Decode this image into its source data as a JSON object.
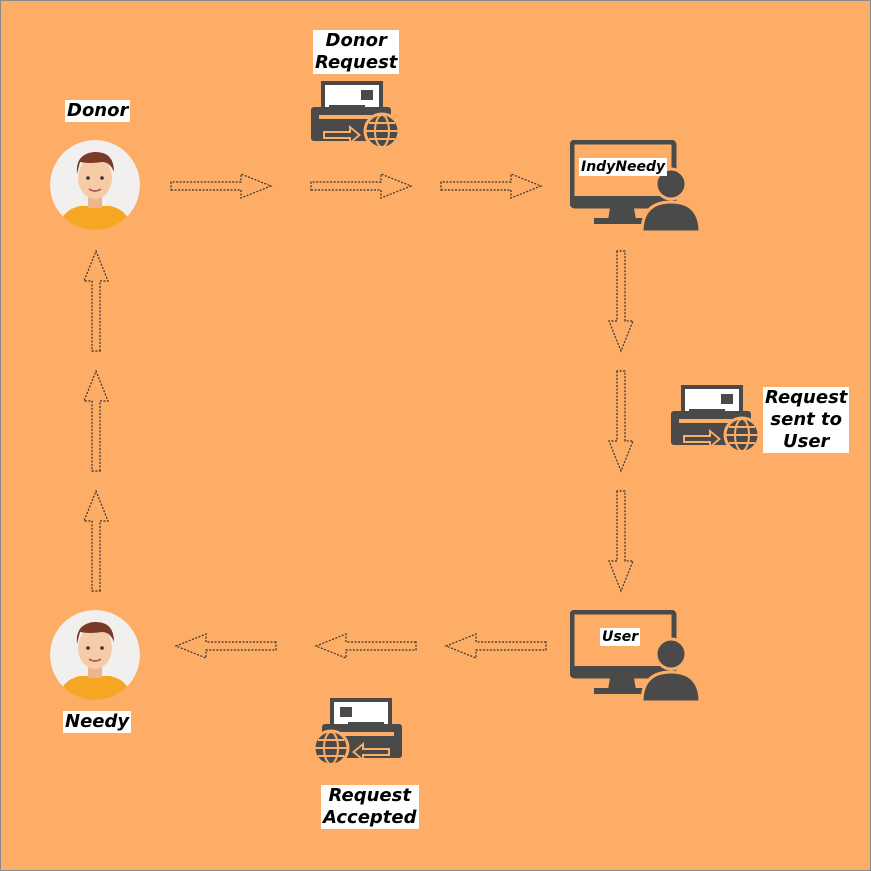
{
  "colors": {
    "background": "#FDAD66",
    "icon": "#4a4a4a",
    "avatar_bg": "#F2F0EE",
    "shirt": "#F5A623",
    "skin": "#F6CBA8",
    "hair": "#7a3a2a"
  },
  "nodes": {
    "donor": {
      "label": "Donor",
      "icon": "person-avatar-icon"
    },
    "needy": {
      "label": "Needy",
      "icon": "person-avatar-icon"
    },
    "indyneedy": {
      "label": "IndyNeedy",
      "icon": "computer-user-icon"
    },
    "user": {
      "label": "User",
      "icon": "computer-user-icon"
    }
  },
  "messages": {
    "donor_request": {
      "lines": [
        "Donor",
        "Request"
      ],
      "icon": "mail-send-globe-icon"
    },
    "request_sent": {
      "lines": [
        "Request",
        "sent to",
        "User"
      ],
      "icon": "mail-send-globe-icon"
    },
    "request_accepted": {
      "lines": [
        "Request",
        "Accepted"
      ],
      "icon": "mail-receive-globe-icon"
    }
  },
  "flow": [
    "donor",
    "indyneedy",
    "user",
    "needy",
    "donor"
  ]
}
